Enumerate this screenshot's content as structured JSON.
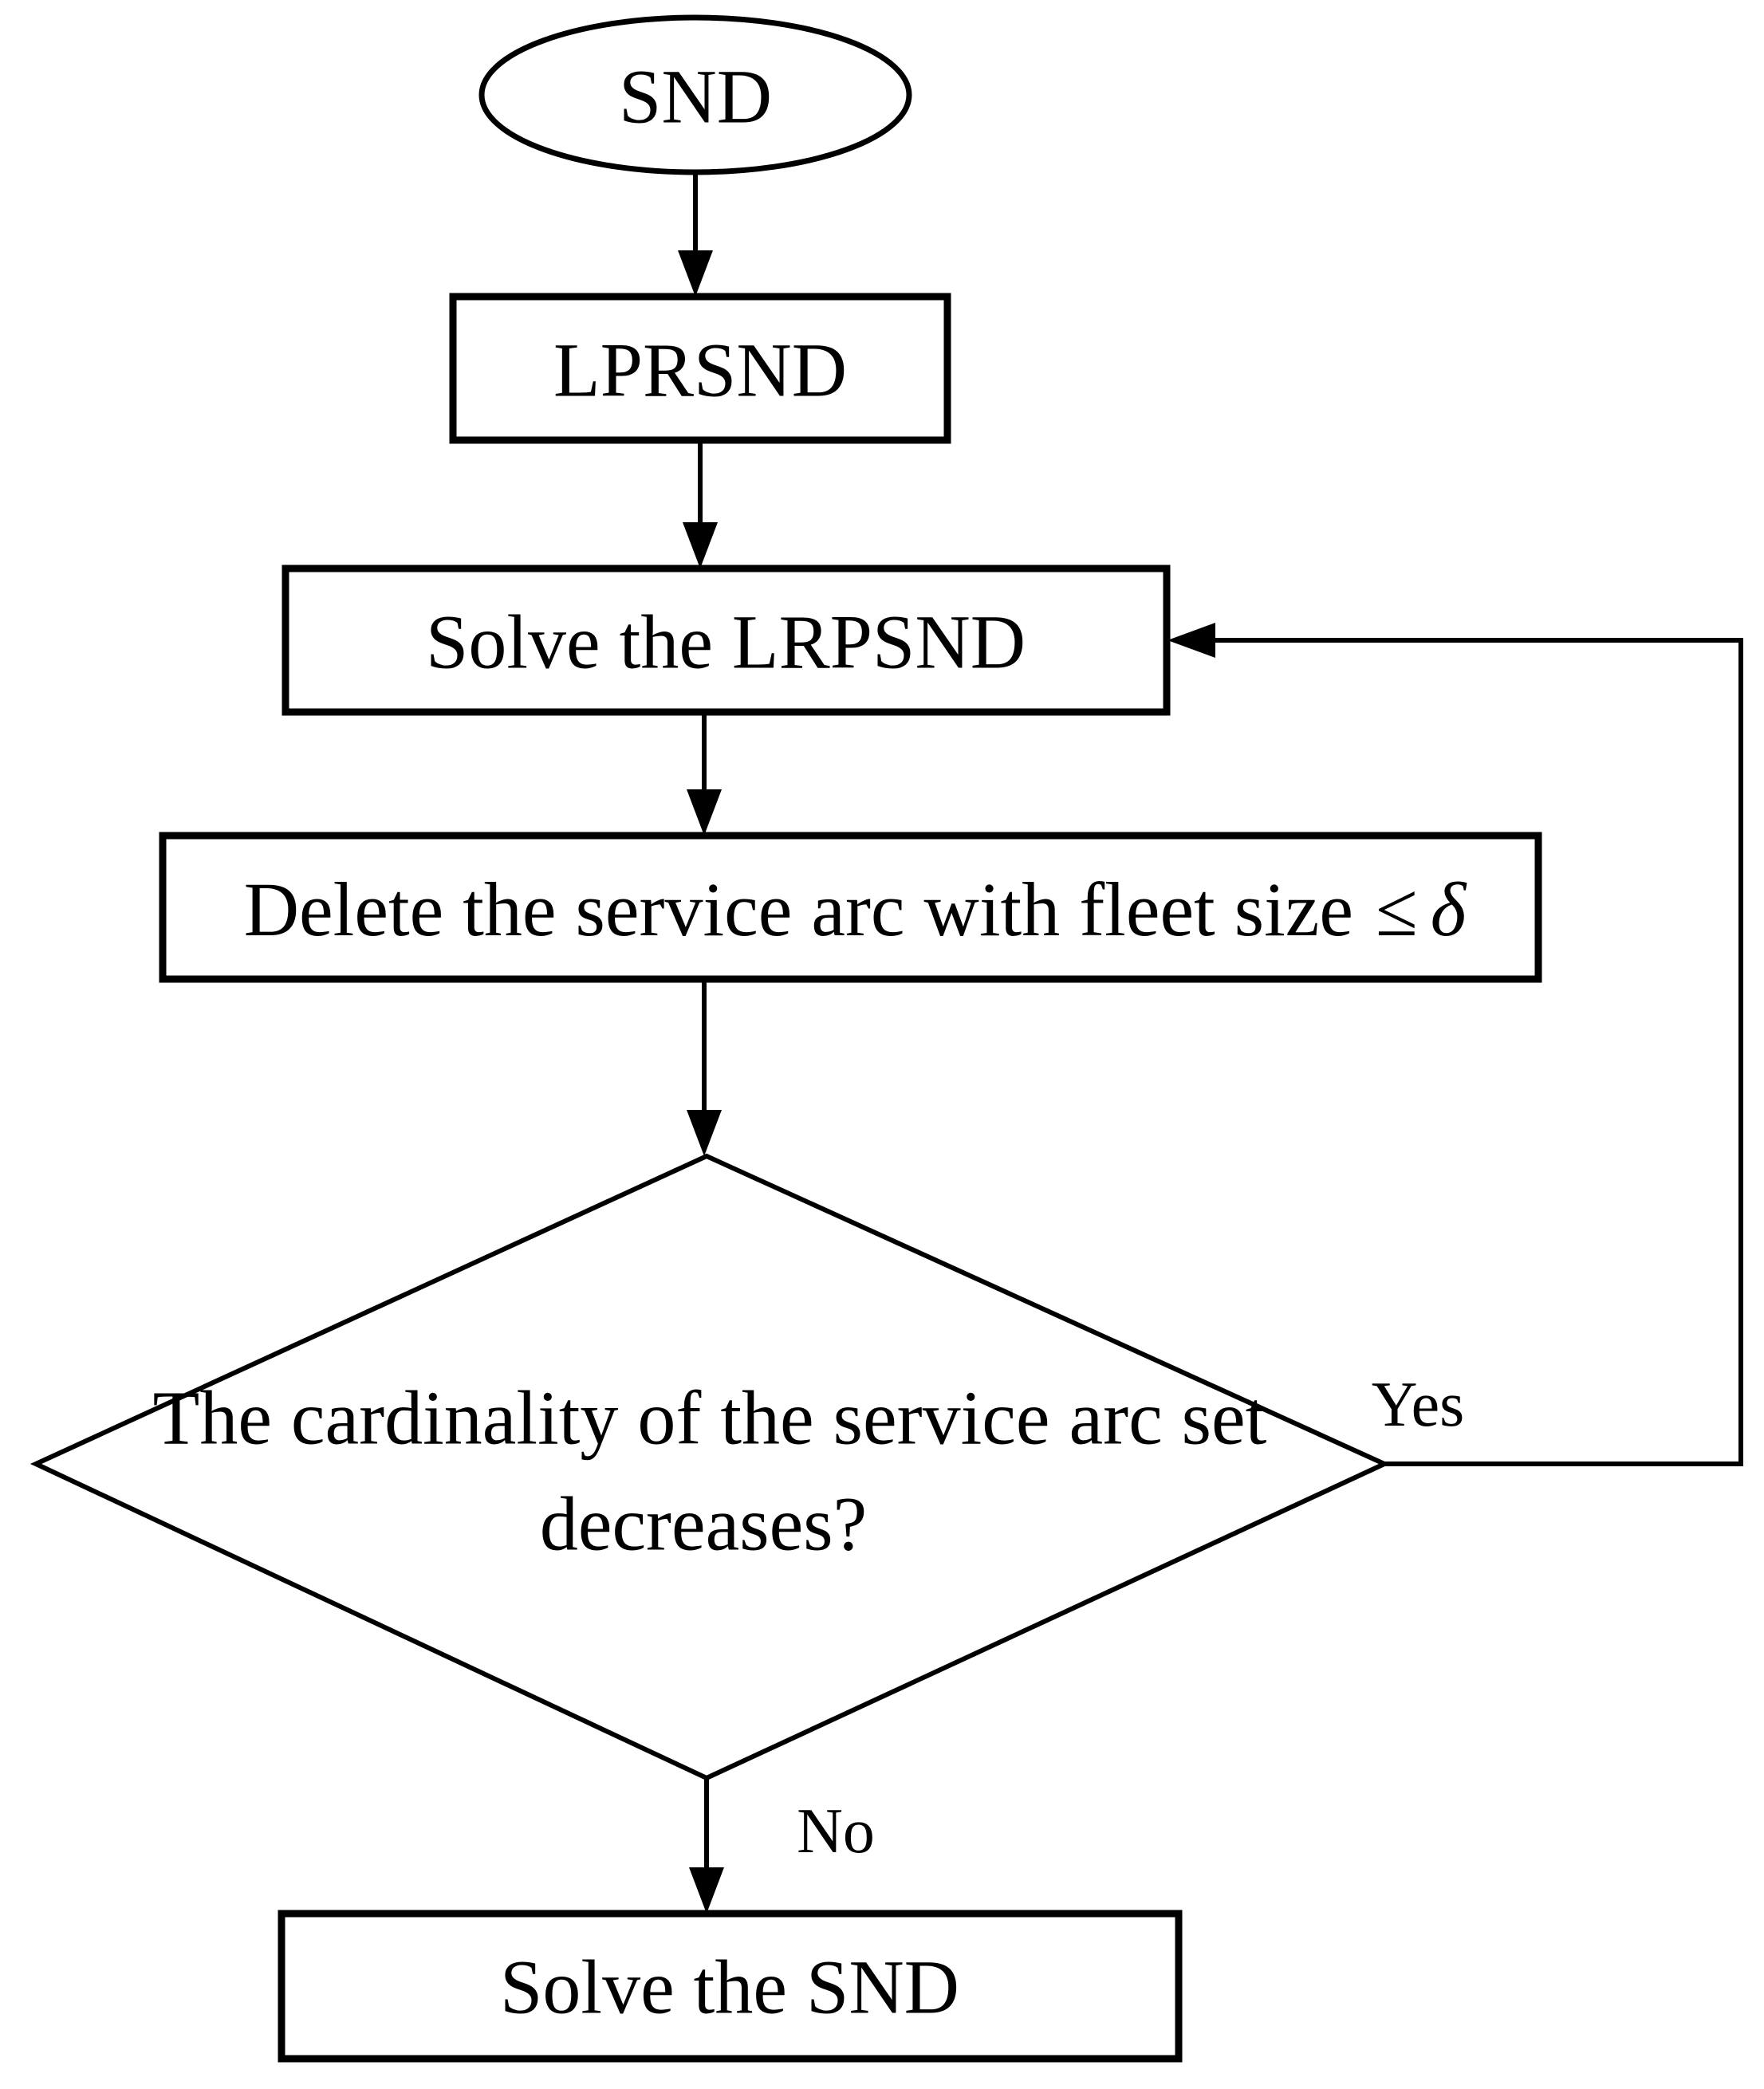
{
  "diagram": {
    "kind": "flowchart",
    "colors": {
      "stroke": "#000000",
      "fill": "#ffffff",
      "text": "#000000"
    },
    "nodes": {
      "start": {
        "type": "terminator-ellipse",
        "label": "SND"
      },
      "lprsnd": {
        "type": "process",
        "label": "LPRSND"
      },
      "solve_lrpsnd": {
        "type": "process",
        "label": "Solve the LRPSND"
      },
      "delete_arc": {
        "type": "process",
        "label_text": "Delete the service arc with  fleet size",
        "operator": "≤",
        "symbol": "δ"
      },
      "decision": {
        "type": "decision-diamond",
        "label_line1": "The cardinality of the service arc set",
        "label_line2": "decreases?"
      },
      "solve_snd": {
        "type": "process",
        "label": "Solve the SND"
      }
    },
    "edges": {
      "yes_label": "Yes",
      "no_label": "No"
    }
  }
}
